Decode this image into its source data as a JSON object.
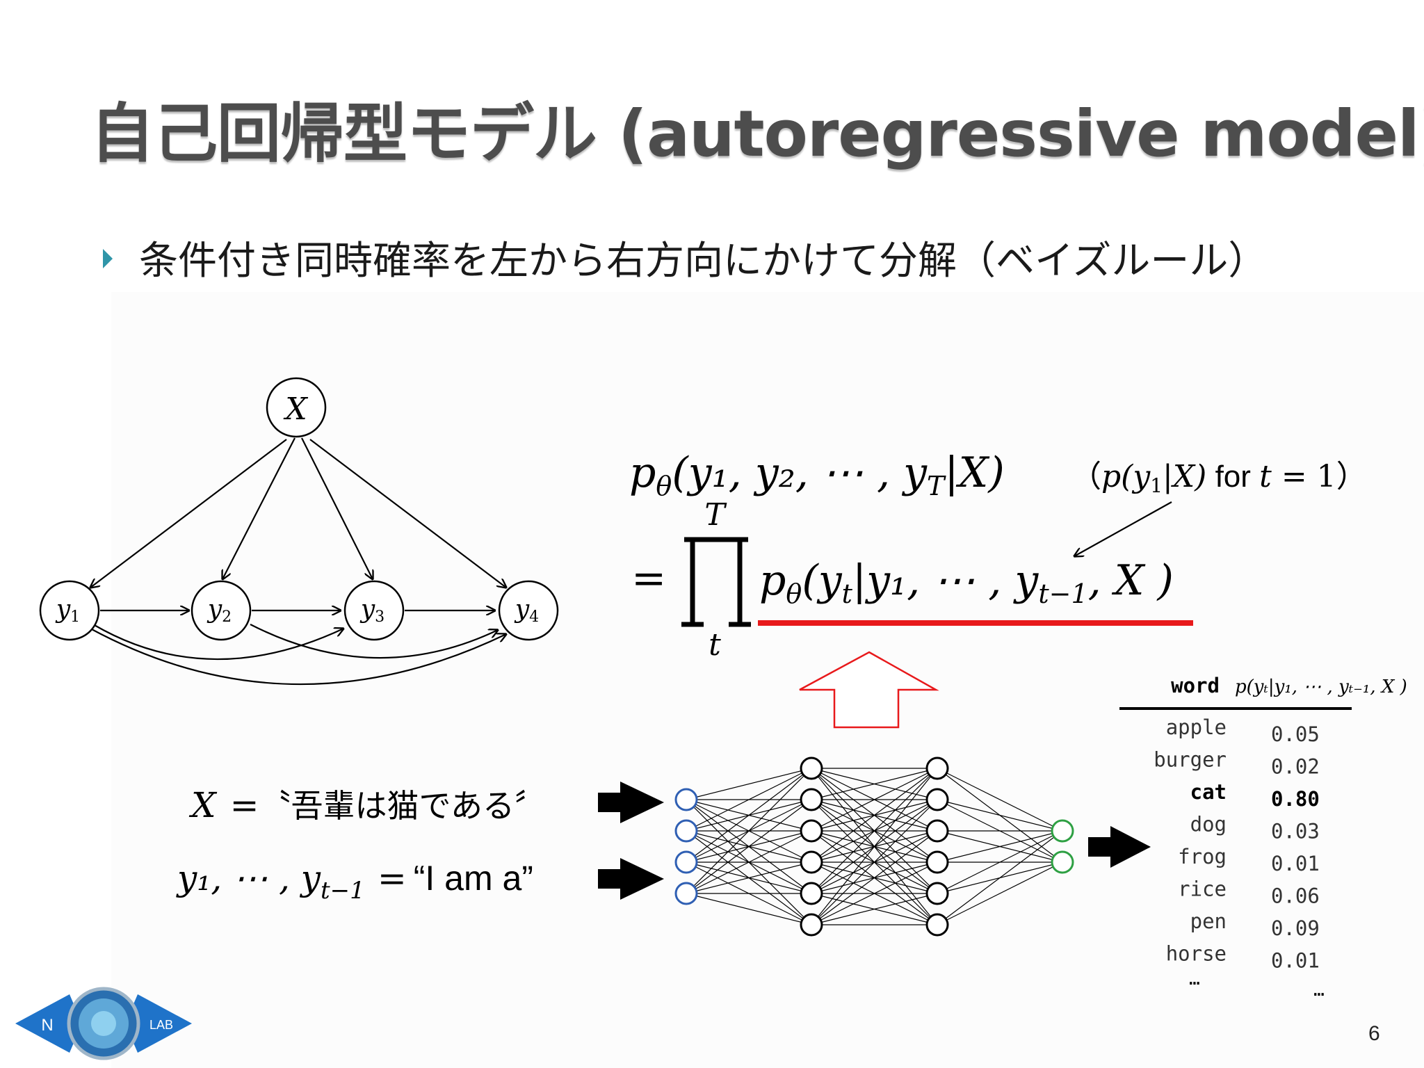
{
  "slide": {
    "title": "自己回帰型モデル (autoregressive model)",
    "bullet": "条件付き同時確率を左から右方向にかけて分解（ベイズルール）",
    "page_number": "6"
  },
  "graph": {
    "nodes": {
      "x": "X",
      "y1": {
        "base": "y",
        "sub": "1"
      },
      "y2": {
        "base": "y",
        "sub": "2"
      },
      "y3": {
        "base": "y",
        "sub": "3"
      },
      "y4": {
        "base": "y",
        "sub": "4"
      }
    }
  },
  "formula": {
    "lhs_p": "p",
    "lhs_theta": "θ",
    "lhs_args": "(y₁, y₂, ⋯ , y",
    "lhs_T": "T",
    "lhs_end": "|X)",
    "note_open": "（",
    "note_p": "p(y",
    "note_sub": "1",
    "note_mid": "|X)",
    "note_for": " for ",
    "note_t": "t",
    "note_eq": " = 1",
    "note_close": "）",
    "equals": "=",
    "prod_upper": "T",
    "prod_lower": "t",
    "rhs_p": "p",
    "rhs_theta": "θ",
    "rhs_open": "(y",
    "rhs_t": "t",
    "rhs_mid": "|y₁, ⋯ , y",
    "rhs_tm1": "t−1",
    "rhs_end": ", X )"
  },
  "inputs": {
    "x_label": "X",
    "x_eq": "=",
    "x_value": "〝吾輩は猫である〞",
    "y_label": "y₁, ⋯ , y",
    "y_sub": "t−1",
    "y_eq": "=",
    "y_value": "“I am a”"
  },
  "table": {
    "header_word": "word",
    "header_prob": "p(yₜ|y₁, ⋯ , yₜ₋₁, X )",
    "rows": [
      {
        "word": "apple",
        "prob": "0.05",
        "bold": false
      },
      {
        "word": "burger",
        "prob": "0.02",
        "bold": false
      },
      {
        "word": "cat",
        "prob": "0.80",
        "bold": true
      },
      {
        "word": "dog",
        "prob": "0.03",
        "bold": false
      },
      {
        "word": "frog",
        "prob": "0.01",
        "bold": false
      },
      {
        "word": "rice",
        "prob": "0.06",
        "bold": false
      },
      {
        "word": "pen",
        "prob": "0.09",
        "bold": false
      },
      {
        "word": "horse",
        "prob": "0.01",
        "bold": false
      }
    ],
    "ellipsis_word": "…",
    "ellipsis_prob": "…"
  },
  "logo": {
    "left_letter": "N",
    "right_text": "LAB"
  },
  "colors": {
    "title": "#4d4d4d",
    "bullet": "#2f95a8",
    "underline": "#e8191b",
    "input_nodes": "#2f5fb3",
    "output_nodes": "#2ea043",
    "logo_blue": "#1f73c9"
  }
}
